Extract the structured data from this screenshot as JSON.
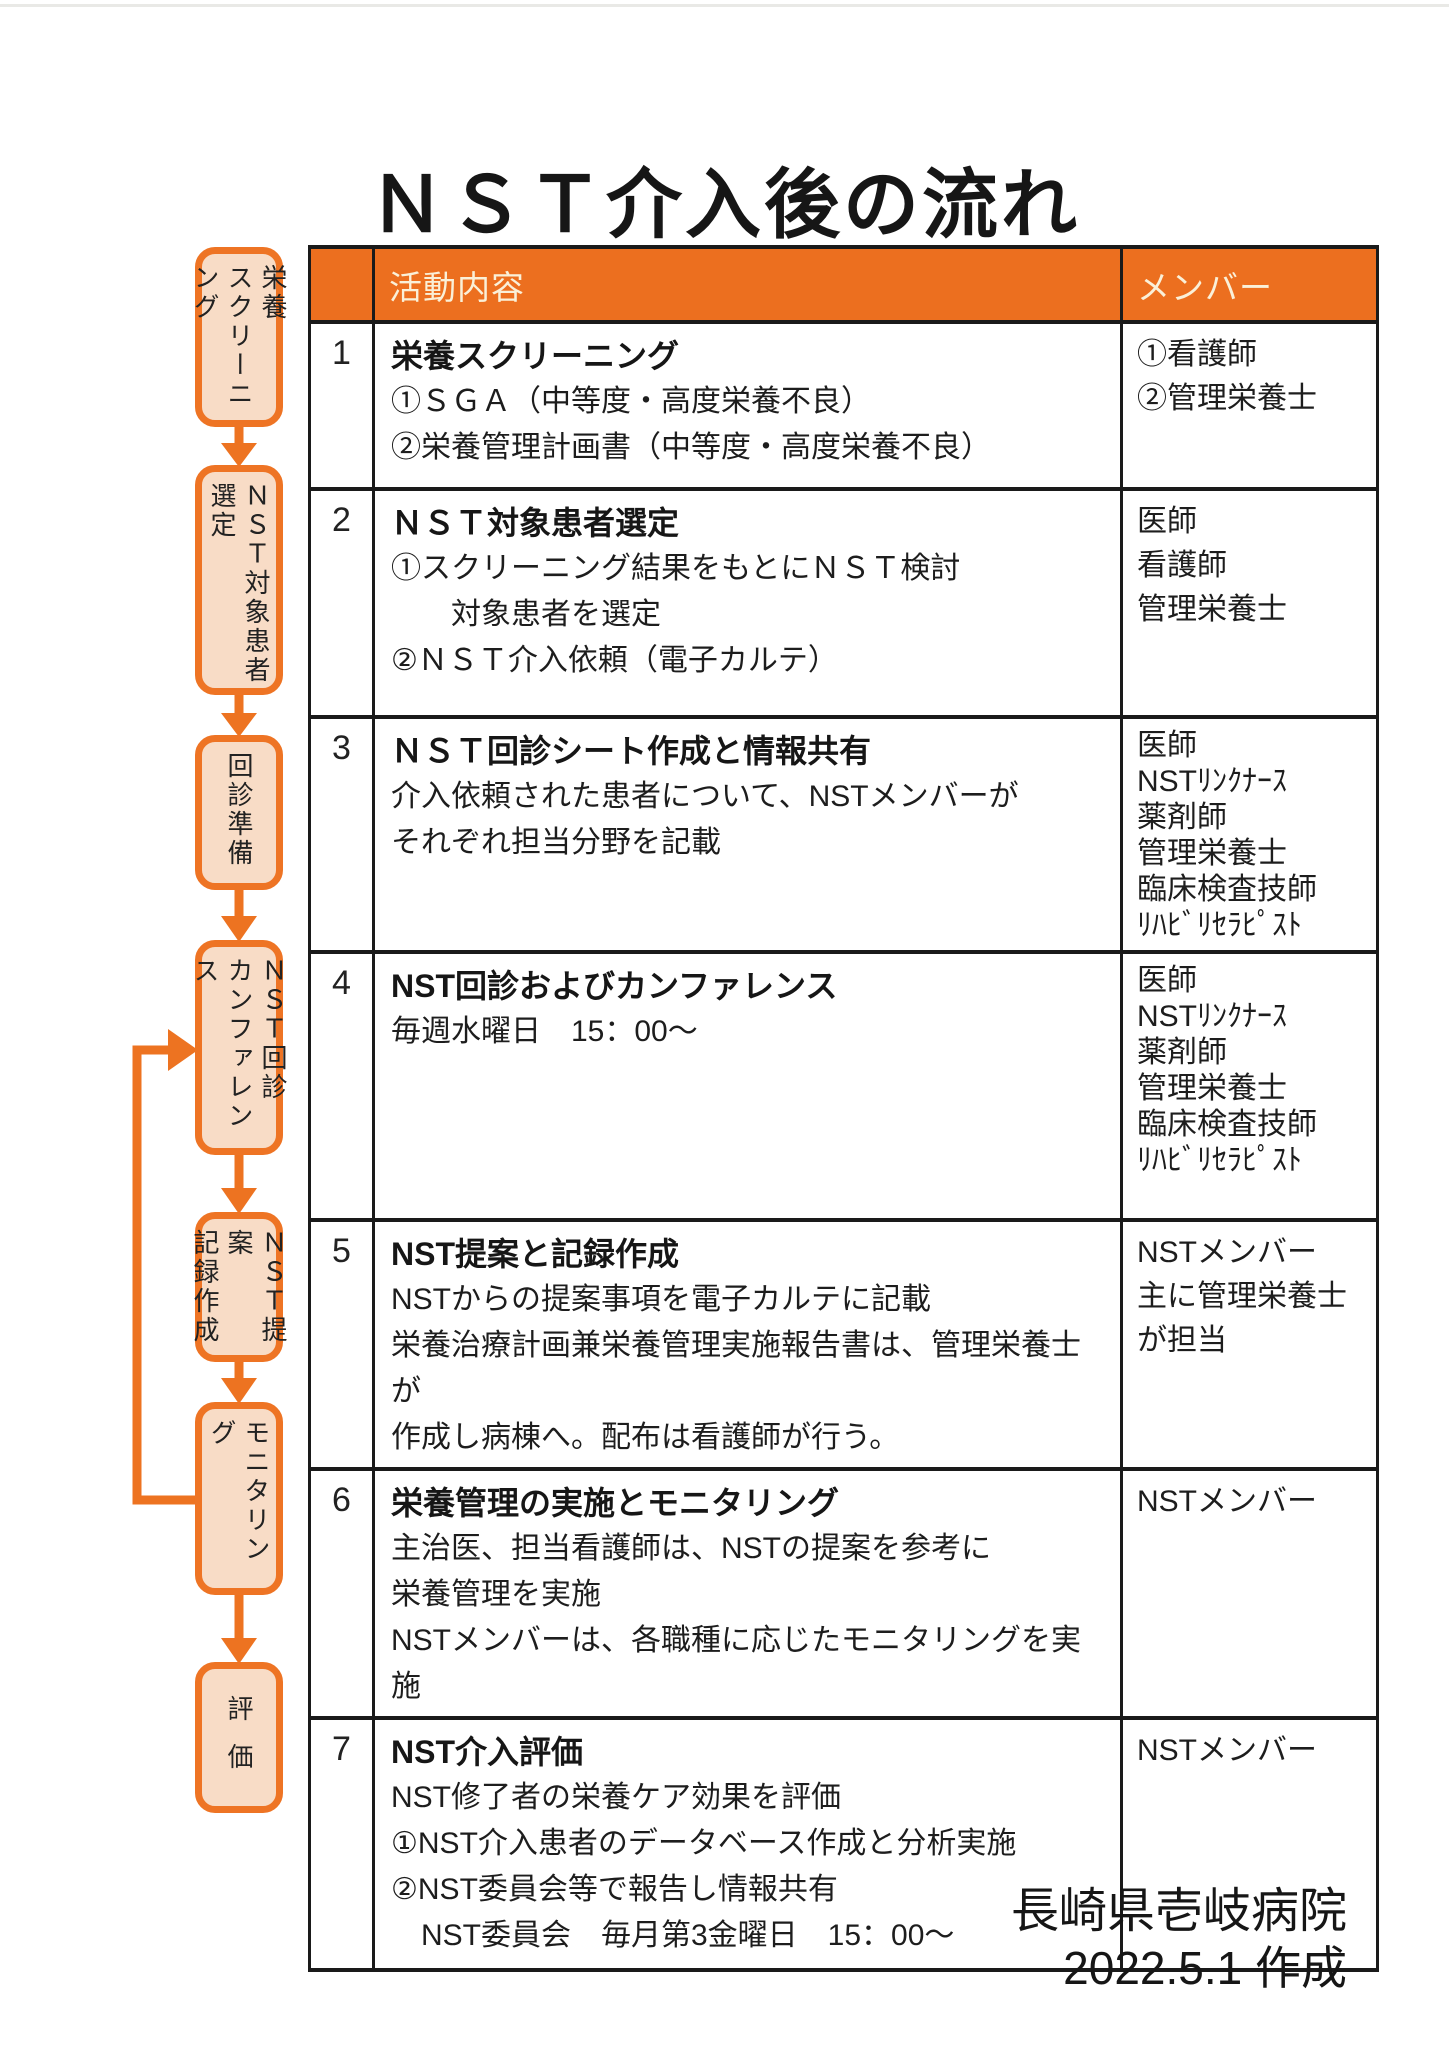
{
  "title": "ＮＳＴ介入後の流れ",
  "colors": {
    "orange": "#ed7321",
    "box_border": "#ee7424",
    "box_fill": "#f8dcc6",
    "header_bg": "#ec6f1f",
    "header_fg": "#faf0d8"
  },
  "flow_steps": [
    {
      "label": "栄養\nスクリーニング"
    },
    {
      "label": "ＮＳＴ対象患者\n選定"
    },
    {
      "label": "回診準備"
    },
    {
      "label": "ＮＳＴ回診\nカンファレンス"
    },
    {
      "label": "ＮＳＴ提案\n記録作成"
    },
    {
      "label": "モニタリング"
    },
    {
      "label": "評価"
    }
  ],
  "table": {
    "headers": {
      "activity": "活動内容",
      "members": "メンバー"
    },
    "rows": [
      {
        "no": "1",
        "title": "栄養スクリーニング",
        "details": [
          "①ＳＧＡ（中等度・高度栄養不良）",
          "②栄養管理計画書（中等度・高度栄養不良）"
        ],
        "members": [
          "①看護師",
          "②管理栄養士"
        ]
      },
      {
        "no": "2",
        "title": "ＮＳＴ対象患者選定",
        "details": [
          "①スクリーニング結果をもとにＮＳＴ検討",
          "　　対象患者を選定",
          "②ＮＳＴ介入依頼（電子カルテ）"
        ],
        "members": [
          "医師",
          "看護師",
          "管理栄養士"
        ]
      },
      {
        "no": "3",
        "title": "ＮＳＴ回診シート作成と情報共有",
        "details": [
          "介入依頼された患者について、NSTメンバーが",
          "それぞれ担当分野を記載"
        ],
        "members": [
          "医師",
          "NSTﾘﾝｸﾅｰｽ",
          "薬剤師",
          "管理栄養士",
          "臨床検査技師",
          "ﾘﾊﾋﾞﾘｾﾗﾋﾟｽﾄ"
        ]
      },
      {
        "no": "4",
        "title": "NST回診およびカンファレンス",
        "details": [
          "毎週水曜日　15：00～"
        ],
        "members": [
          "医師",
          "NSTﾘﾝｸﾅｰｽ",
          "薬剤師",
          "管理栄養士",
          "臨床検査技師",
          "ﾘﾊﾋﾞﾘｾﾗﾋﾟｽﾄ"
        ]
      },
      {
        "no": "5",
        "title": "NST提案と記録作成",
        "details": [
          "NSTからの提案事項を電子カルテに記載",
          "栄養治療計画兼栄養管理実施報告書は、管理栄養士が",
          "作成し病棟へ。配布は看護師が行う。"
        ],
        "members": [
          "NSTメンバー",
          "主に管理栄養士",
          "が担当"
        ]
      },
      {
        "no": "6",
        "title": "栄養管理の実施とモニタリング",
        "details": [
          "主治医、担当看護師は、NSTの提案を参考に",
          "栄養管理を実施",
          "NSTメンバーは、各職種に応じたモニタリングを実施"
        ],
        "members": [
          "NSTメンバー"
        ]
      },
      {
        "no": "7",
        "title": "NST介入評価",
        "details": [
          "NST修了者の栄養ケア効果を評価",
          "①NST介入患者のデータベース作成と分析実施",
          "②NST委員会等で報告し情報共有",
          "　NST委員会　毎月第3金曜日　15：00～"
        ],
        "members": [
          "NSTメンバー"
        ]
      }
    ]
  },
  "footer": {
    "hospital": "長崎県壱岐病院",
    "created": "2022.5.1 作成"
  }
}
